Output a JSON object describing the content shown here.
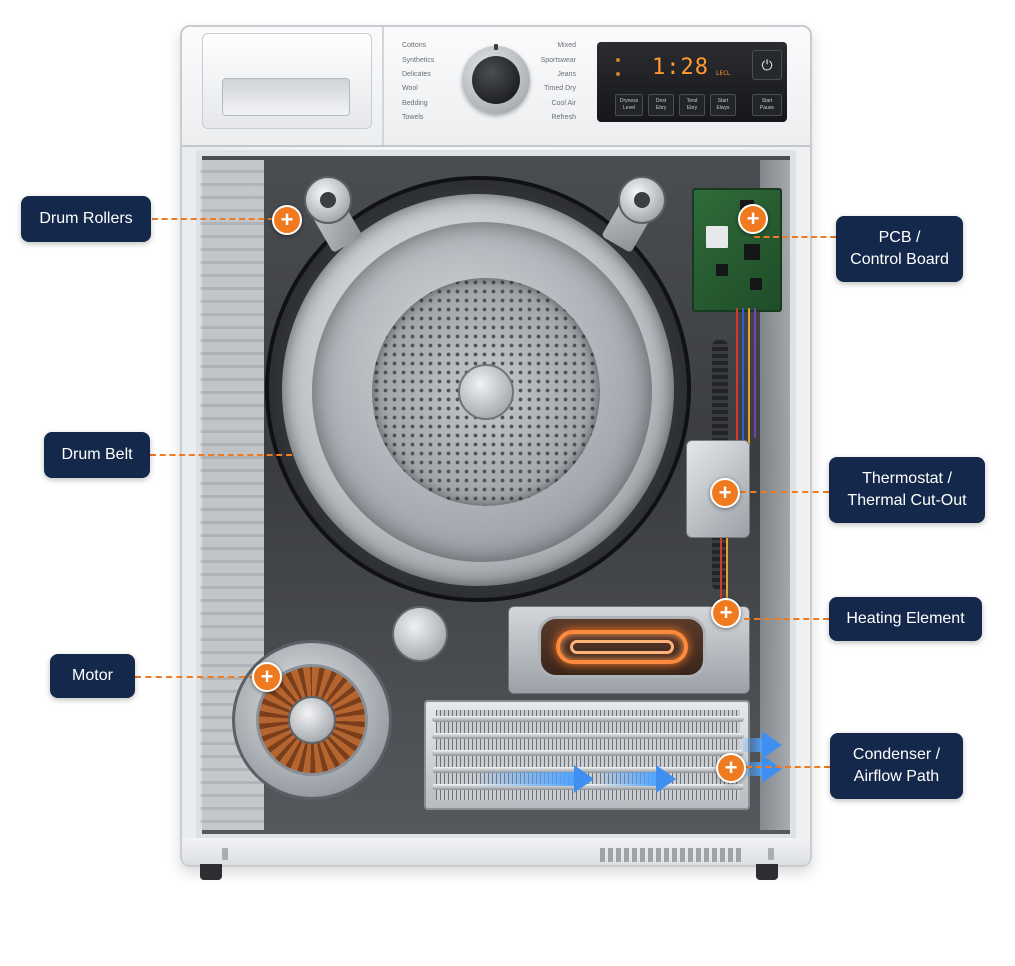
{
  "control_panel": {
    "programs_left": [
      "Cottons",
      "Synthetics",
      "Delicates",
      "Wool",
      "Bedding",
      "Towels"
    ],
    "programs_right": [
      "Mixed",
      "Sportswear",
      "Jeans",
      "Timed Dry",
      "Cool Air",
      "Refresh"
    ],
    "display_time": "1:28",
    "display_right_text": "LECL",
    "buttons": [
      {
        "line1": "Dryness",
        "line2": "Level"
      },
      {
        "line1": "Dest",
        "line2": "Ebry"
      },
      {
        "line1": "Tend",
        "line2": "Ebry"
      },
      {
        "line1": "Start",
        "line2": "Elwys"
      },
      {
        "line1": "Start",
        "line2": "Pause"
      }
    ],
    "power_icon": "power-icon"
  },
  "callouts": {
    "drum_rollers": {
      "label": "Drum Rollers"
    },
    "drum_belt": {
      "label": "Drum Belt"
    },
    "motor": {
      "label": "Motor"
    },
    "pcb": {
      "line1": "PCB /",
      "line2": "Control Board"
    },
    "thermostat": {
      "line1": "Thermostat /",
      "line2": "Thermal Cut-Out"
    },
    "heating_element": {
      "label": "Heating Element"
    },
    "condenser": {
      "line1": "Condenser /",
      "line2": "Airflow Path"
    },
    "marker_symbol": "+"
  },
  "colors": {
    "accent_orange": "#f07a1f",
    "label_navy": "#13284a",
    "airflow_blue": "#4fa3ff",
    "display_amber": "#ff9a2e"
  }
}
